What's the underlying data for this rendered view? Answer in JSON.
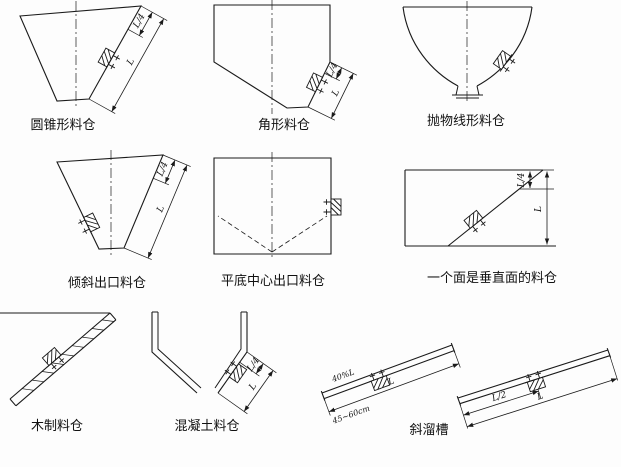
{
  "diagrams": {
    "conical": {
      "caption": "圆锥形料仓",
      "dim_quarter": "L/4",
      "dim_full": "L"
    },
    "angular": {
      "caption": "角形料仓",
      "dim_quarter": "L/4",
      "dim_full": "L"
    },
    "parabolic": {
      "caption": "抛物线形料仓"
    },
    "inclined_outlet": {
      "caption": "倾斜出口料仓",
      "dim_quarter": "L/4",
      "dim_full": "L"
    },
    "flat_bottom_center": {
      "caption": "平底中心出口料仓"
    },
    "vertical_face": {
      "caption": "一个面是垂直面的料仓",
      "dim_quarter": "L/4",
      "dim_full": "L"
    },
    "wooden": {
      "caption": "木制料仓"
    },
    "concrete": {
      "caption": "混凝土料仓",
      "dim_quarter": "L/4",
      "dim_full": "L"
    },
    "chute": {
      "caption": "斜溜槽",
      "left_pos": "40%L",
      "left_full": "L",
      "left_offset": "45~60cm",
      "right_half": "L/2",
      "right_full": "L"
    }
  }
}
